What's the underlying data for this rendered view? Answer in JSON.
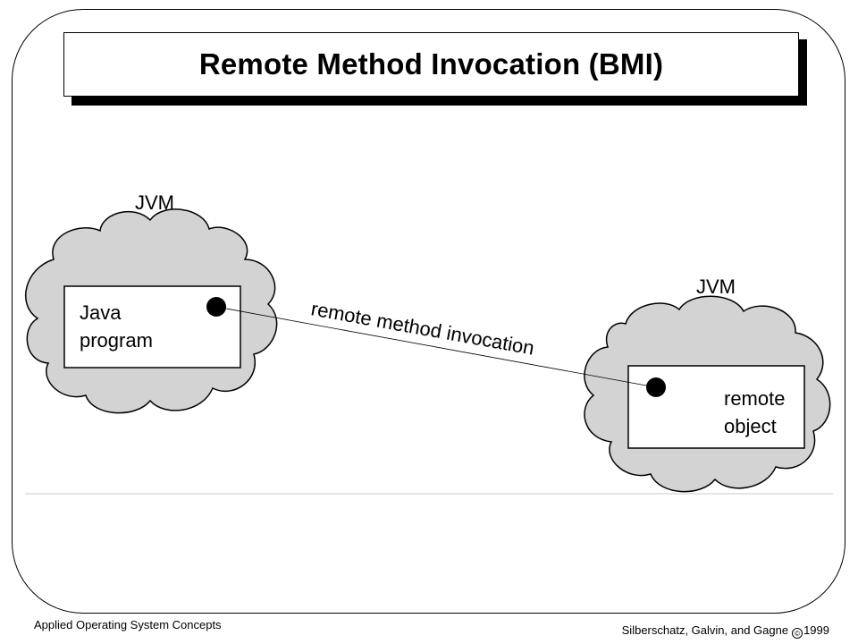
{
  "slide": {
    "title": "Remote Method Invocation (BMI)"
  },
  "diagram": {
    "left_cloud": {
      "label": "JVM",
      "box_lines": [
        "Java",
        "program"
      ]
    },
    "right_cloud": {
      "label": "JVM",
      "box_lines": [
        "remote",
        "object"
      ]
    },
    "connection_label": "remote method invocation",
    "colors": {
      "cloud_fill": "#d3d3d3",
      "box_fill": "#ffffff",
      "stroke": "#000000"
    }
  },
  "footer": {
    "left": "Applied Operating System Concepts",
    "right_authors": "Silberschatz, Galvin, and Gagne",
    "right_year": "1999",
    "right_symbol": "©"
  }
}
